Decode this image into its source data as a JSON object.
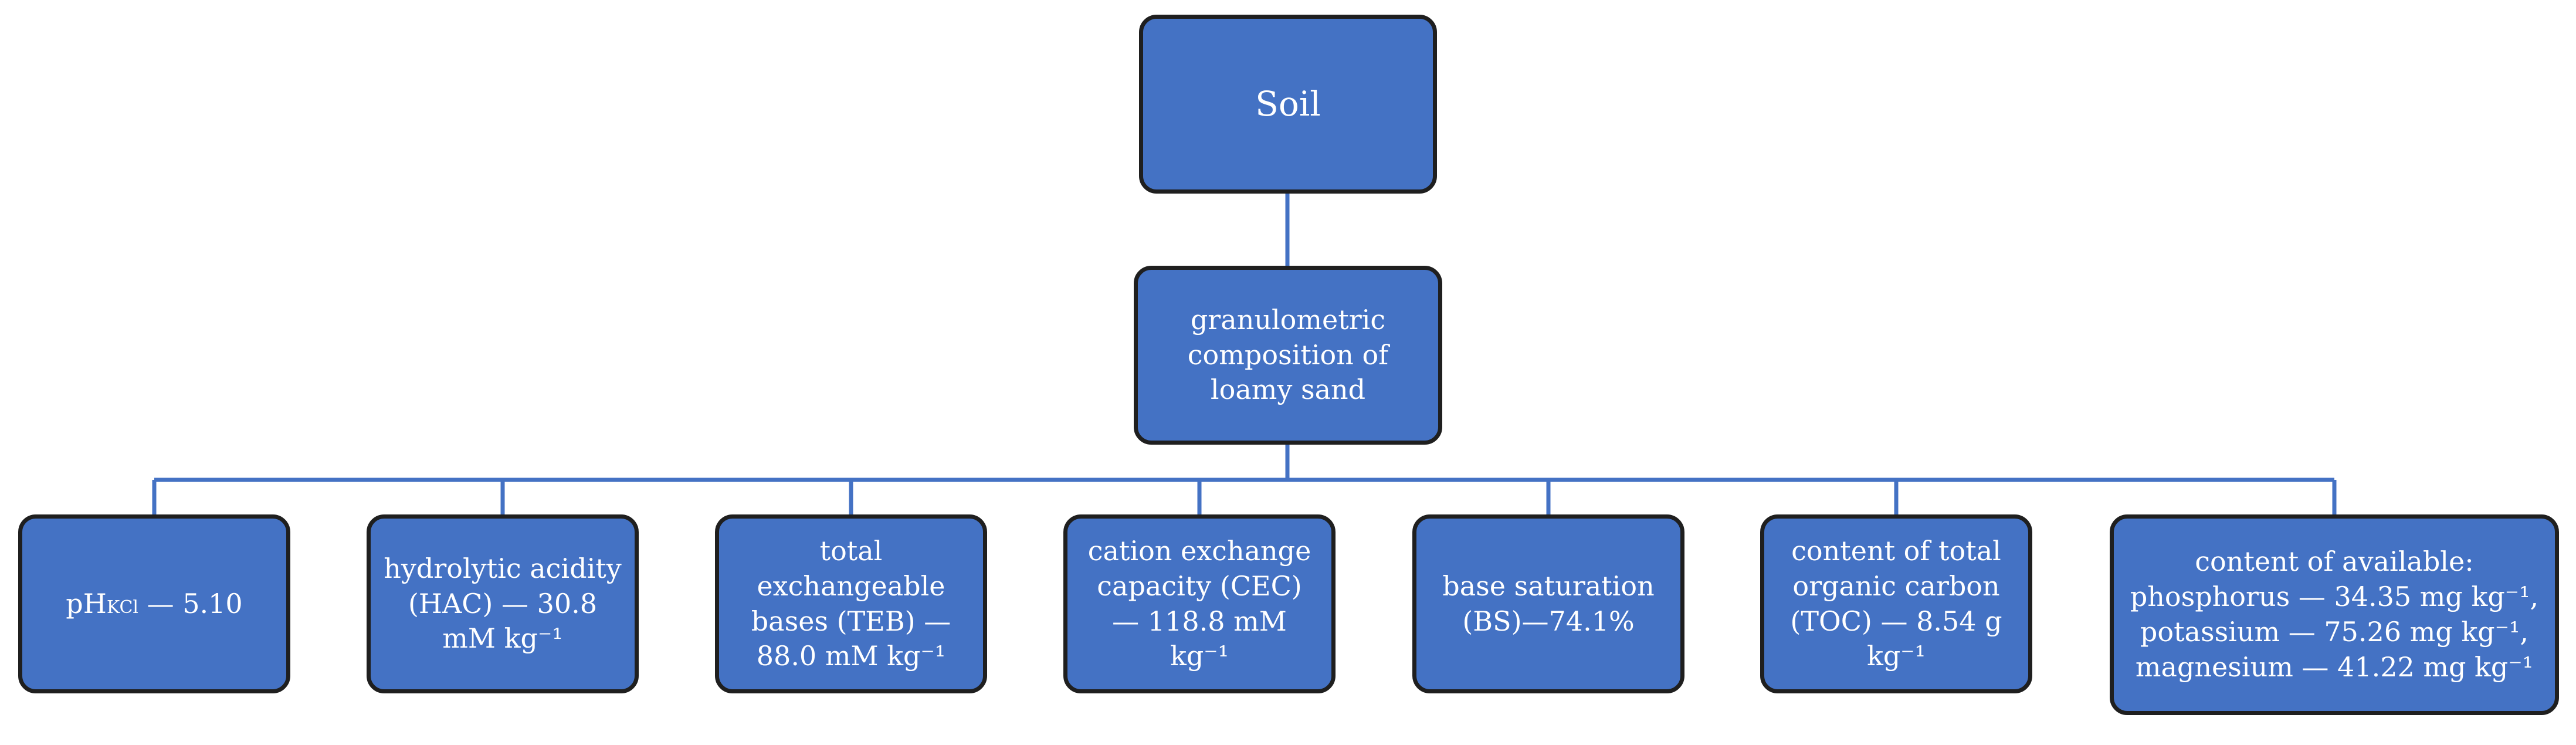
{
  "diagram": {
    "root": {
      "label": "Soil"
    },
    "level2": {
      "label": "granulometric composition of loamy sand"
    },
    "properties": [
      {
        "label": "pH",
        "subscript": "KCl",
        "value": " — 5.10"
      },
      {
        "label": "hydrolytic acidity (HAC) — 30.8 mM kg⁻¹"
      },
      {
        "label": "total exchangeable bases (TEB) — 88.0 mM kg⁻¹"
      },
      {
        "label": "cation exchange capacity (CEC) — 118.8 mM kg⁻¹"
      },
      {
        "label": "base saturation (BS)—74.1%"
      },
      {
        "label": "content of total organic carbon (TOC) — 8.54 g kg⁻¹"
      },
      {
        "lines": [
          "content of available:",
          "phosphorus — 34.35 mg kg⁻¹,",
          "potassium — 75.26 mg kg⁻¹,",
          "magnesium — 41.22 mg kg⁻¹"
        ]
      }
    ],
    "colors": {
      "box_fill": "#4472C4",
      "box_border": "#1f1f1f",
      "connector": "#4472C4",
      "text": "#ffffff"
    }
  }
}
